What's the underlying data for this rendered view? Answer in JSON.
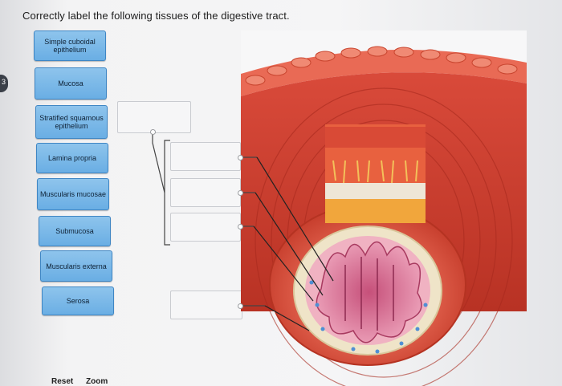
{
  "instruction": "Correctly label the following tissues of the digestive tract.",
  "side_tab_glyph": "3",
  "labels": [
    "Simple cuboidal epithelium",
    "Mucosa",
    "Stratified squamous epithelium",
    "Lamina propria",
    "Muscularis mucosae",
    "Submucosa",
    "Muscularis externa",
    "Serosa"
  ],
  "controls": {
    "reset": "Reset",
    "zoom": "Zoom"
  },
  "colors": {
    "label_fill": "#7bb9e8",
    "label_border": "#3f86c4",
    "tissue_outer": "#d9483a",
    "mucosa": "#e58aa8"
  }
}
